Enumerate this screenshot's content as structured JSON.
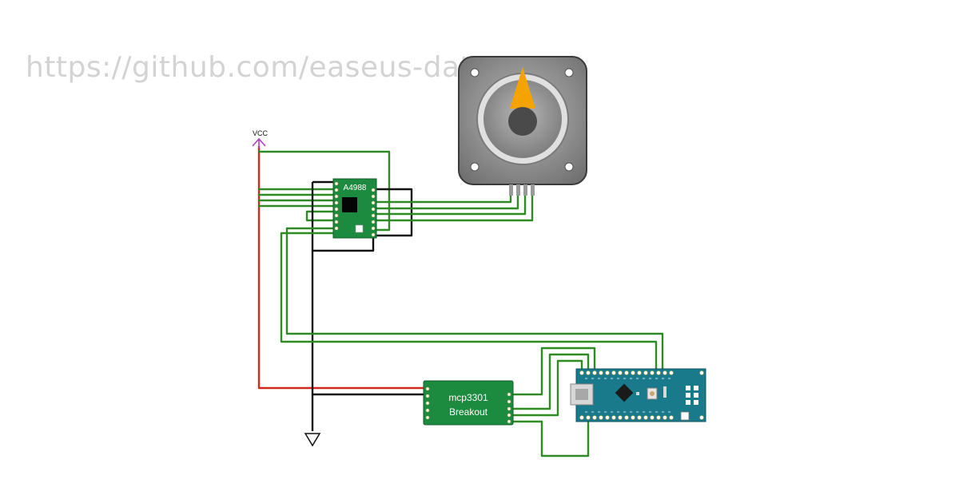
{
  "watermark": {
    "text": "https://github.com/easeus-data-reco"
  },
  "power": {
    "vcc_label": "VCC"
  },
  "driver": {
    "label": "A4988"
  },
  "adc": {
    "line1": "mcp3301",
    "line2": "Breakout"
  },
  "colors": {
    "wire_green": "#2e8b23",
    "wire_red": "#d02a1a",
    "wire_black": "#111111",
    "board_green": "#1c8a3f",
    "arduino_teal": "#197a8c",
    "motor_gray": "#8d8d8d",
    "shaft_orange": "#f5a300",
    "vcc_purple": "#b040c0"
  },
  "icons": [
    "vcc-arrow-icon",
    "ground-icon",
    "usb-connector-icon",
    "stepper-motor-icon"
  ]
}
